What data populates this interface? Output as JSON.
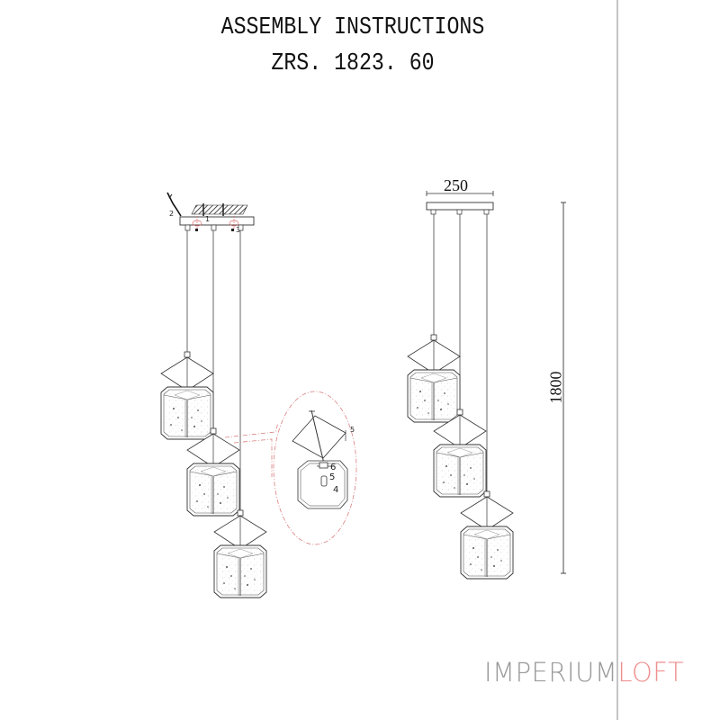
{
  "header": {
    "title": "ASSEMBLY INSTRUCTIONS",
    "model": "ZRS. 1823. 60"
  },
  "dimensions": {
    "width_label": "250",
    "height_label": "1800"
  },
  "callout": {
    "part_labels": [
      "5",
      "6",
      "5",
      "4"
    ]
  },
  "mount_detail": {
    "part_labels": [
      "1",
      "2",
      "3"
    ]
  },
  "brand": {
    "part1": "IMPERIUM",
    "part2": "LOFT",
    "color1": "#9a9a9a",
    "color2": "#ef8f8f"
  },
  "colors": {
    "line": "#333333",
    "callout": "#d98080",
    "divider": "#888888"
  }
}
